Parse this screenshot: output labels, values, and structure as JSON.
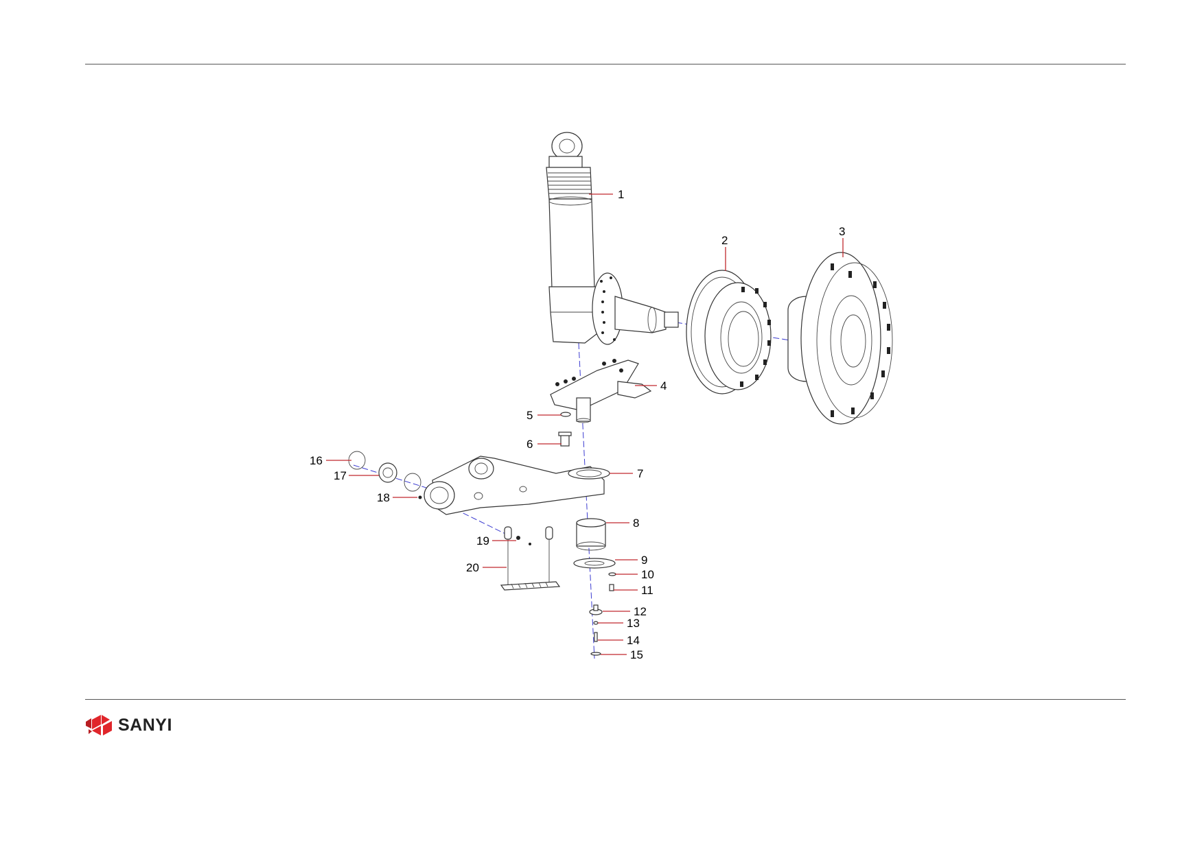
{
  "callouts": [
    {
      "id": "1",
      "label": "1"
    },
    {
      "id": "2",
      "label": "2"
    },
    {
      "id": "3",
      "label": "3"
    },
    {
      "id": "4",
      "label": "4"
    },
    {
      "id": "5",
      "label": "5"
    },
    {
      "id": "6",
      "label": "6"
    },
    {
      "id": "7",
      "label": "7"
    },
    {
      "id": "8",
      "label": "8"
    },
    {
      "id": "9",
      "label": "9"
    },
    {
      "id": "10",
      "label": "10"
    },
    {
      "id": "11",
      "label": "11"
    },
    {
      "id": "12",
      "label": "12"
    },
    {
      "id": "13",
      "label": "13"
    },
    {
      "id": "14",
      "label": "14"
    },
    {
      "id": "15",
      "label": "15"
    },
    {
      "id": "16",
      "label": "16"
    },
    {
      "id": "17",
      "label": "17"
    },
    {
      "id": "18",
      "label": "18"
    },
    {
      "id": "19",
      "label": "19"
    },
    {
      "id": "20",
      "label": "20"
    }
  ],
  "footer": {
    "brand": "SANYI"
  },
  "colors": {
    "leader": "#c0282d",
    "axis": "#3a3ad0",
    "logo": "#e0262b"
  }
}
